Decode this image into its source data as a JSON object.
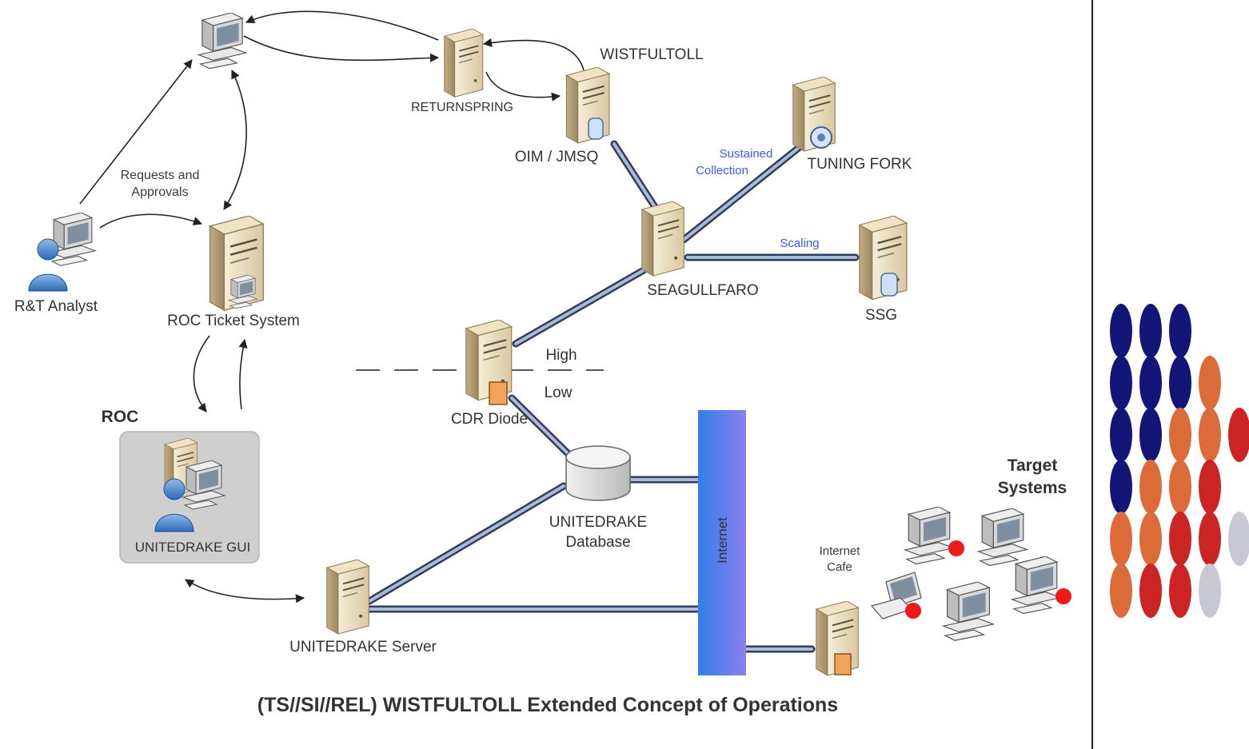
{
  "title": "(TS//SI//REL) WISTFULTOLL Extended Concept of Operations",
  "nodes": {
    "returnspring": "RETURNSPRING",
    "wistfultoll": "WISTFULTOLL",
    "oim_jmsq": "OIM / JMSQ",
    "tuning_fork": "TUNING FORK",
    "seagullfaro": "SEAGULLFARO",
    "ssg": "SSG",
    "rt_analyst": "R&T Analyst",
    "roc_ticket": "ROC Ticket System",
    "roc": "ROC",
    "unitedrake_gui": "UNITEDRAKE GUI",
    "cdr_diode": "CDR Diode",
    "unitedrake_db_line1": "UNITEDRAKE",
    "unitedrake_db_line2": "Database",
    "unitedrake_server": "UNITEDRAKE Server",
    "internet": "Internet",
    "internet_cafe_line1": "Internet",
    "internet_cafe_line2": "Cafe",
    "target_line1": "Target",
    "target_line2": "Systems"
  },
  "annotations": {
    "requests_line1": "Requests and",
    "requests_line2": "Approvals",
    "sustained_line1": "Sustained",
    "sustained_line2": "Collection",
    "scaling": "Scaling",
    "high": "High",
    "low": "Low"
  },
  "dot_matrix": {
    "rows": [
      [
        "navy",
        "navy",
        "navy"
      ],
      [
        "navy",
        "navy",
        "navy",
        "orange"
      ],
      [
        "navy",
        "navy",
        "orange",
        "orange",
        "red"
      ],
      [
        "navy",
        "orange",
        "orange",
        "red"
      ],
      [
        "orange",
        "orange",
        "red",
        "red",
        "gray"
      ],
      [
        "orange",
        "red",
        "red",
        "gray"
      ]
    ]
  },
  "colors": {
    "navy": "#131577",
    "orange": "#dd6b3a",
    "red": "#cc2424",
    "gray": "#c8c8d4",
    "link": "#6a7fa8",
    "internet_top": "#2f7fe9",
    "internet_bottom": "#8c7ff0",
    "server_light": "#f4ead2",
    "server_dark": "#b9a47c"
  }
}
